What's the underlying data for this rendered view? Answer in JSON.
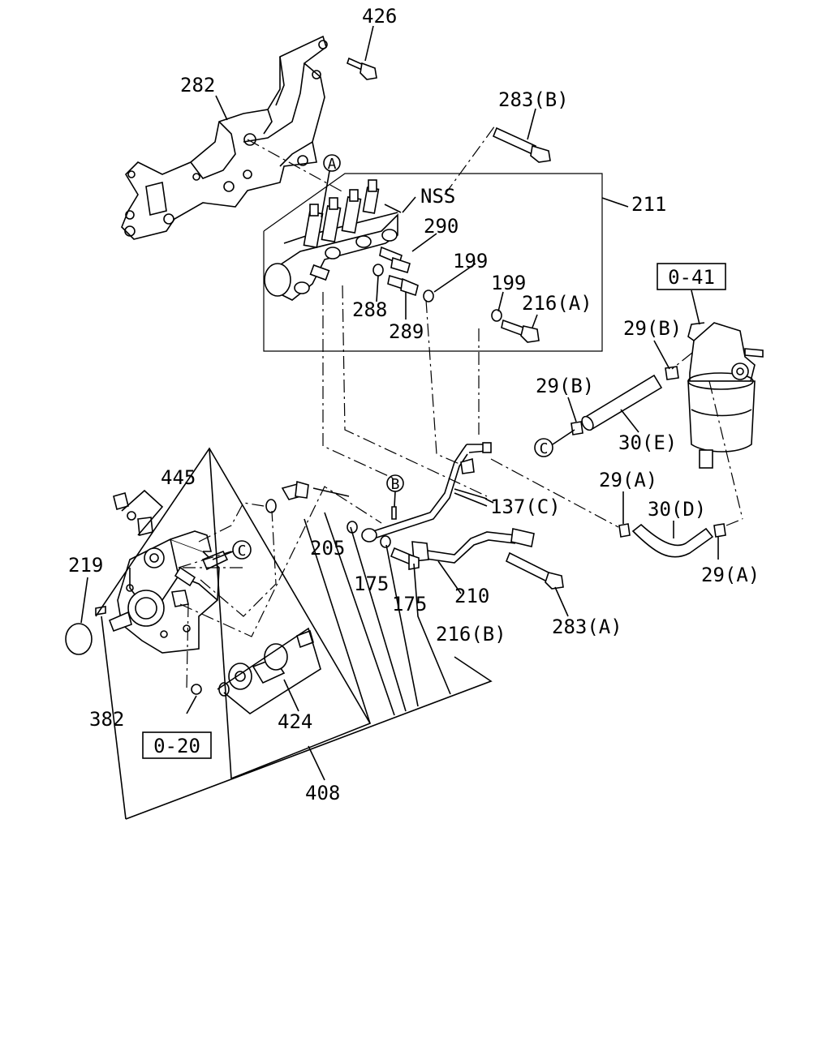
{
  "diagram": {
    "labels": {
      "p426": "426",
      "p282": "282",
      "p283b": "283(B)",
      "nss": "NSS",
      "p211": "211",
      "p290": "290",
      "p199a": "199",
      "p199b": "199",
      "p216a": "216(A)",
      "p288": "288",
      "p289": "289",
      "ref041": "0-41",
      "p29b_top": "29(B)",
      "p29b_mid": "29(B)",
      "p30e": "30(E)",
      "p29a_top": "29(A)",
      "p30d": "30(D)",
      "p29a_bot": "29(A)",
      "p445": "445",
      "p219": "219",
      "p205": "205",
      "p137c": "137(C)",
      "p175a": "175",
      "p175b": "175",
      "p210": "210",
      "p216b": "216(B)",
      "p283a": "283(A)",
      "p382": "382",
      "ref020": "0-20",
      "p424": "424",
      "p408": "408"
    },
    "callouts": {
      "a": "A",
      "b": "B",
      "c_top": "C",
      "c_pump": "C"
    }
  }
}
